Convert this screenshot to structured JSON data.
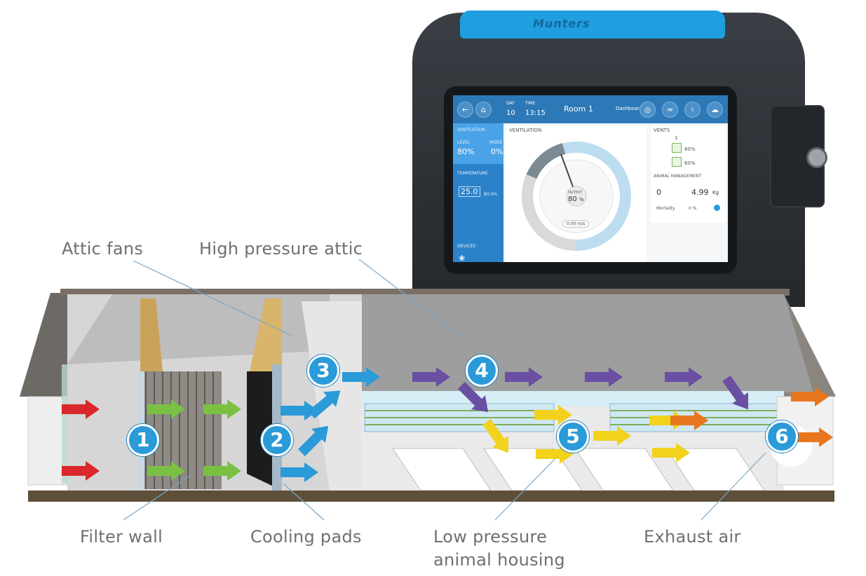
{
  "device": {
    "brand": "Munters",
    "screen": {
      "day_label": "DAY",
      "day_value": "10",
      "time_label": "TIME",
      "time_value": "13:15",
      "room": "Room 1",
      "dashboard": "Dashboard",
      "sidebar": {
        "ventilation_title": "VENTILATION",
        "level_label": "LEVEL",
        "level_value": "80%",
        "mode_label": "MODE",
        "mode_value": "0%",
        "temperature_title": "TEMPERATURE",
        "temp_value": "25.0",
        "humidity_value": "80.0%",
        "devices_title": "DEVICES"
      },
      "ventilation_panel": {
        "title": "VENTILATION",
        "output_label": "OUTPUT",
        "output_value": "80",
        "output_unit": "%",
        "speed": "0.00 m/s"
      },
      "vents": {
        "title": "VENTS",
        "group": "1",
        "row1": "80%",
        "row2": "60%"
      },
      "animal": {
        "title": "ANIMAL MANAGEMENT",
        "count": "0",
        "weight": "4.99",
        "weight_unit": "Kg",
        "mortality_label": "Mortality",
        "mortality_value": "0 %"
      }
    }
  },
  "labels": {
    "attic_fans": "Attic fans",
    "high_pressure_attic": "High pressure attic",
    "filter_wall": "Filter wall",
    "cooling_pads": "Cooling pads",
    "low_pressure_line1": "Low pressure",
    "low_pressure_line2": "animal housing",
    "exhaust_air": "Exhaust air"
  },
  "callouts": [
    "1",
    "2",
    "3",
    "4",
    "5",
    "6"
  ],
  "colors": {
    "callout": "#2a9ad9",
    "intake_arrow": "#d9272b",
    "filtered_arrow": "#7ac143",
    "cooled_arrow": "#2a9ad9",
    "attic_arrow": "#6a4fa3",
    "housing_arrow": "#f2d21c",
    "exhaust_arrow": "#e8761f",
    "device_accent": "#1f9ee0"
  }
}
